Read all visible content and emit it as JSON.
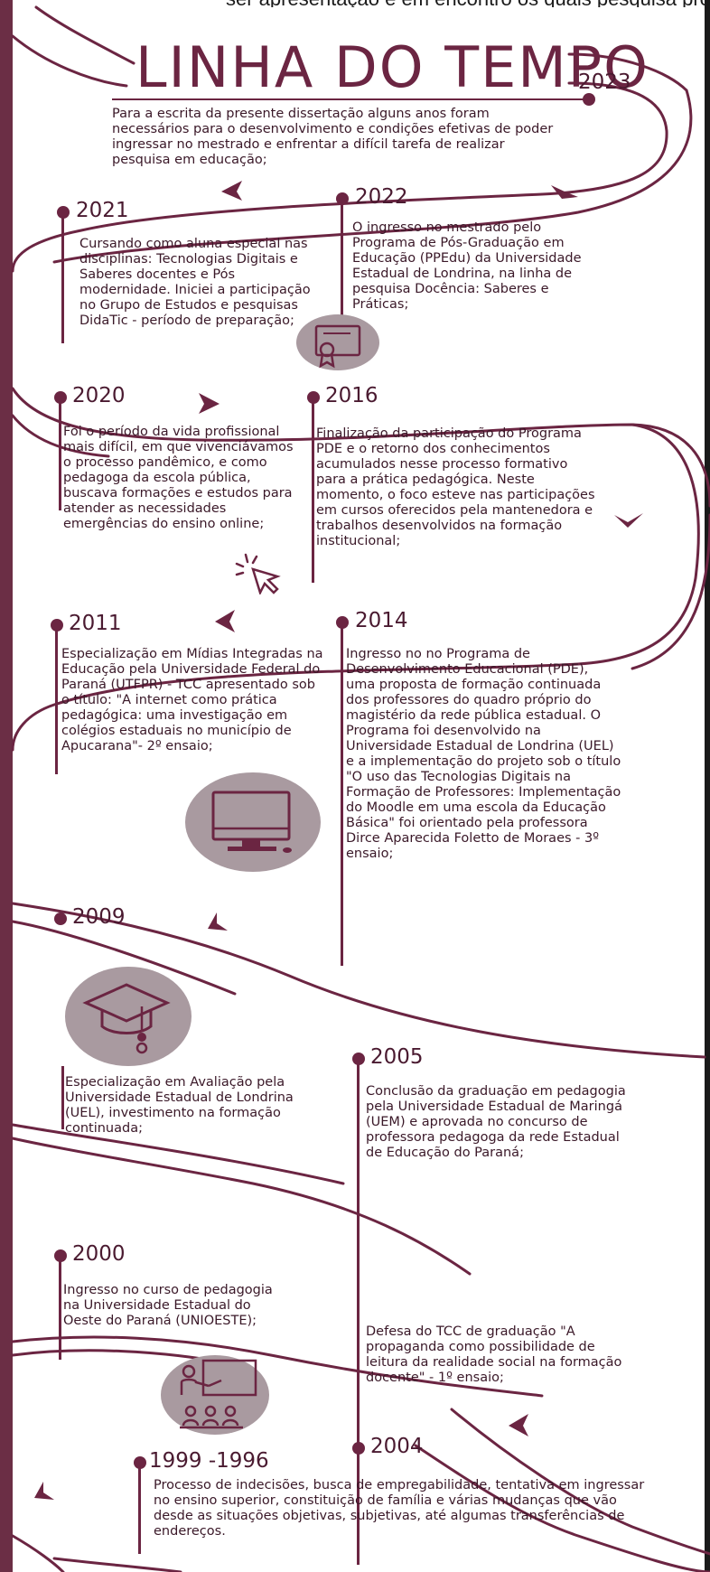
{
  "header": {
    "cut_text": "ser apresentação e em encontro os quais pesquisa proposta",
    "title": "LINHA DO TEMPO"
  },
  "colors": {
    "primary": "#6b2542",
    "blob": "#a99aa0",
    "text": "#3a1828"
  },
  "events": {
    "e2023": {
      "year": "2023",
      "text": "Para a escrita da presente dissertação alguns anos foram necessários para o desenvolvimento e condições efetivas de poder ingressar no mestrado e enfrentar a difícil tarefa de realizar pesquisa em educação;"
    },
    "e2021": {
      "year": "2021",
      "text": "Cursando como aluna especial nas disciplinas: Tecnologias Digitais e Saberes docentes e Pós modernidade. Iniciei a participação no Grupo de Estudos e pesquisas DidaTic -  período de preparação;"
    },
    "e2022": {
      "year": "2022",
      "text": "O ingresso no mestrado pelo Programa de Pós-Graduação em Educação (PPEdu) da Universidade Estadual de Londrina, na linha de pesquisa Docência: Saberes e Práticas;"
    },
    "e2020": {
      "year": "2020",
      "text": "Foi o período da vida profissional mais difícil, em que vivenciávamos o processo pandêmico, e como pedagoga da escola pública, buscava formações e estudos para atender as necessidades emergências do ensino online;"
    },
    "e2016": {
      "year": "2016",
      "text": "Finalização da participação do Programa PDE e o retorno dos conhecimentos acumulados nesse processo formativo para a prática pedagógica. Neste momento, o foco esteve nas participações em cursos oferecidos pela mantenedora e trabalhos desenvolvidos na formação institucional;"
    },
    "e2011": {
      "year": "2011",
      "text": "Especialização em Mídias Integradas na Educação pela Universidade Federal do Paraná (UTFPR) - TCC apresentado sob o título: \"A internet como prática pedagógica: uma investigação em colégios estaduais no município de Apucarana\"- 2º ensaio;"
    },
    "e2014": {
      "year": "2014",
      "text": "Ingresso no no Programa de Desenvolvimento Educacional (PDE), uma proposta de formação continuada dos professores do quadro próprio do magistério da rede pública estadual. O Programa foi desenvolvido na Universidade Estadual de Londrina (UEL) e a implementação do projeto sob o título \"O uso das Tecnologias Digitais na Formação de Professores: Implementação do Moodle em uma escola da Educação Básica\" foi orientado pela professora Dirce Aparecida Foletto de Moraes - 3º ensaio;"
    },
    "e2009": {
      "year": "2009",
      "text": "Especialização em Avaliação pela Universidade Estadual de Londrina (UEL), investimento na formação continuada;"
    },
    "e2005": {
      "year": "2005",
      "text": "Conclusão da graduação em pedagogia pela Universidade Estadual de Maringá (UEM) e aprovada no concurso de professora pedagoga da rede Estadual de Educação do Paraná;"
    },
    "e2000": {
      "year": "2000",
      "text": "Ingresso no curso de pedagogia na Universidade Estadual do Oeste do Paraná (UNIOESTE);"
    },
    "e2004": {
      "year": "2004",
      "text": "Defesa do TCC de graduação \"A propaganda como possibilidade de leitura da realidade social na formação docente\" - 1º ensaio;"
    },
    "e1999": {
      "year": "1999 -1996",
      "text": "Processo de indecisões, busca de empregabilidade, tentativa em ingressar no ensino superior, constituição de família e várias mudanças que vão desde as situações objetivas, subjetivas, até algumas transferências de endereços."
    }
  }
}
